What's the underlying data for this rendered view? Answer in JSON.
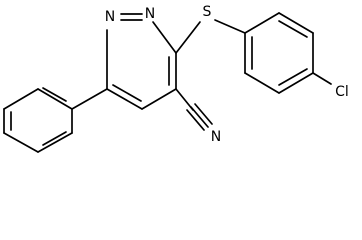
{
  "molecule": {
    "atoms": {
      "n1": "N",
      "n2": "N",
      "s": "S",
      "cl": "Cl",
      "n_nitrile": "N"
    }
  },
  "colors": {
    "bond": "#000000",
    "label": "#000000",
    "background": "#ffffff"
  }
}
